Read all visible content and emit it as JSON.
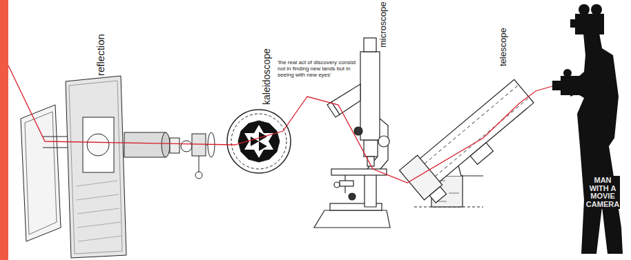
{
  "diagram": {
    "labels": [
      "reflection",
      "kaleidoscope",
      "'the real act of discovery consist not in finding new lands but in seeing with new eyes'",
      "microscope",
      "telescope",
      "MAN WITH A MOVIE CAMERA"
    ]
  }
}
